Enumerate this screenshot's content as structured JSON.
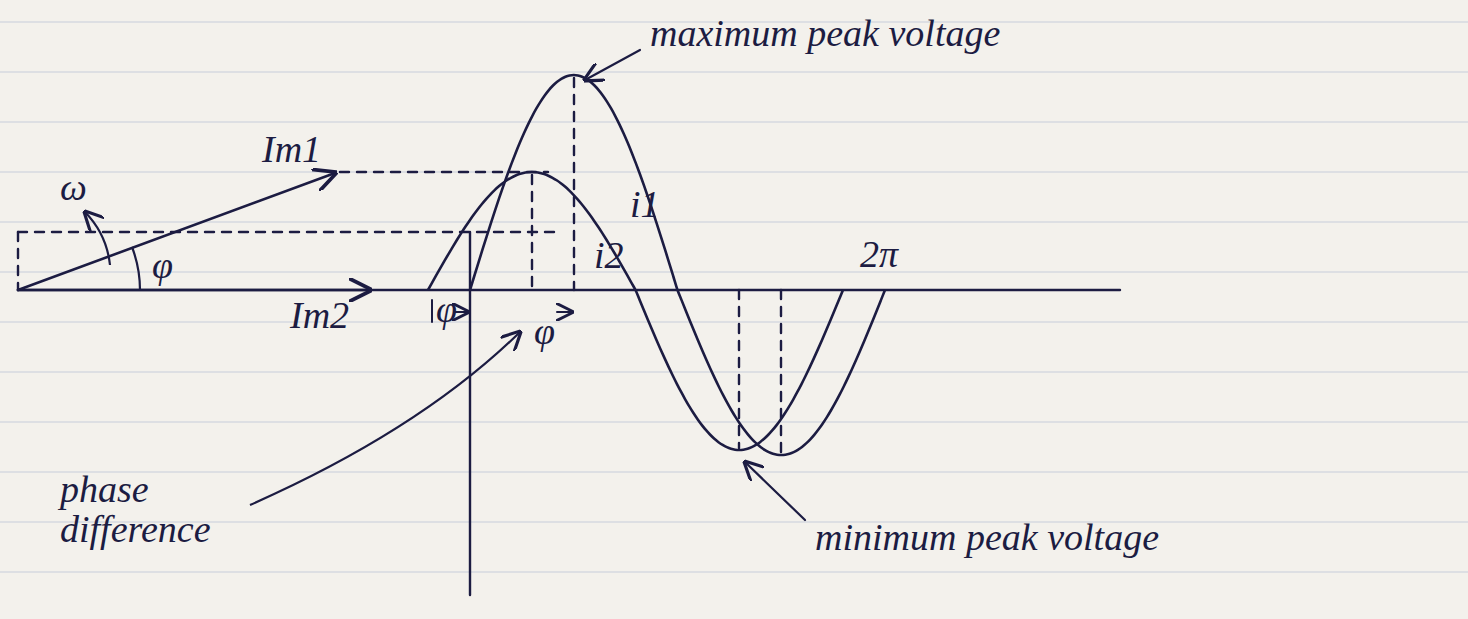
{
  "diagram": {
    "labels": [
      "maximum peak voltage",
      "ω",
      "Im1",
      "φ",
      "i1",
      "i2",
      "2π",
      "Im2",
      "φ",
      "φ",
      "phase difference",
      "minimum peak voltage"
    ]
  }
}
